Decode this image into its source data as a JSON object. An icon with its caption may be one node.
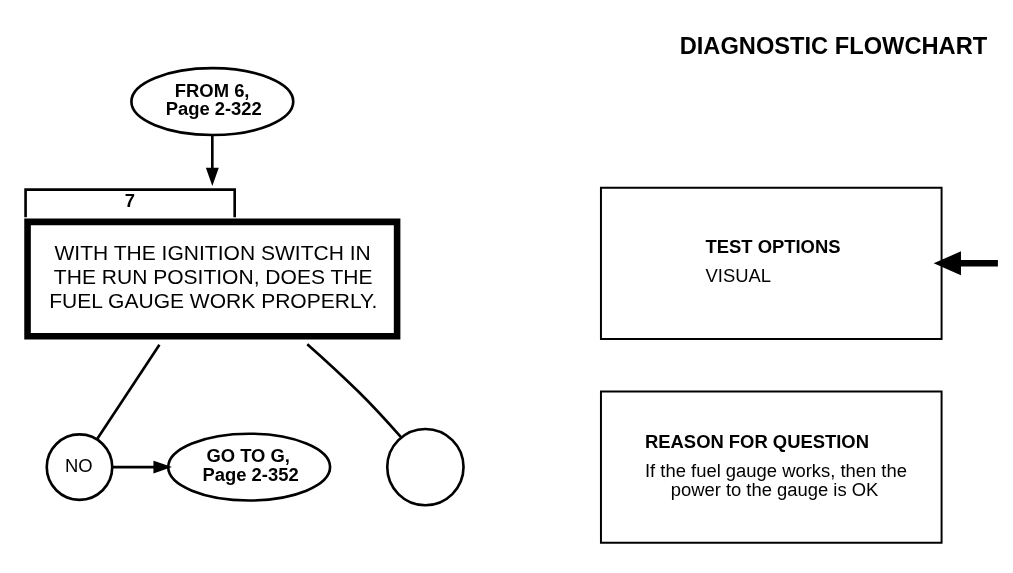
{
  "diagram": {
    "title": "DIAGNOSTIC FLOWCHART",
    "nodes": [
      {
        "text": [
          "FROM 6, Page 2-322"
        ]
      },
      {
        "text": [
          "7",
          "WITH THE IGNITION SWITCH IN THE RUN POSITION, DOES THE FUEL GAUGE WORK PROPERLY."
        ]
      },
      {
        "text": [
          "TEST OPTIONS",
          "VISUAL"
        ]
      },
      {
        "text": [
          "REASON FOR QUESTION",
          "If the fuel gauge works, then the power to the gauge is OK"
        ]
      },
      {
        "text": [
          "NO"
        ]
      },
      {
        "text": [
          "GO TO G, Page 2-352"
        ]
      },
      {
        "text": [],
        "shape": "circle"
      }
    ],
    "edges": [
      {
        "from": 0,
        "to": 1,
        "arrow": "to"
      },
      {
        "from": 1,
        "to": 4,
        "arrow": "none"
      },
      {
        "from": 4,
        "to": 5,
        "arrow": "to"
      },
      {
        "from": 1,
        "to": 6,
        "arrow": "none"
      },
      {
        "from": null,
        "to": 2,
        "arrow": "to",
        "style": "thick"
      }
    ]
  }
}
